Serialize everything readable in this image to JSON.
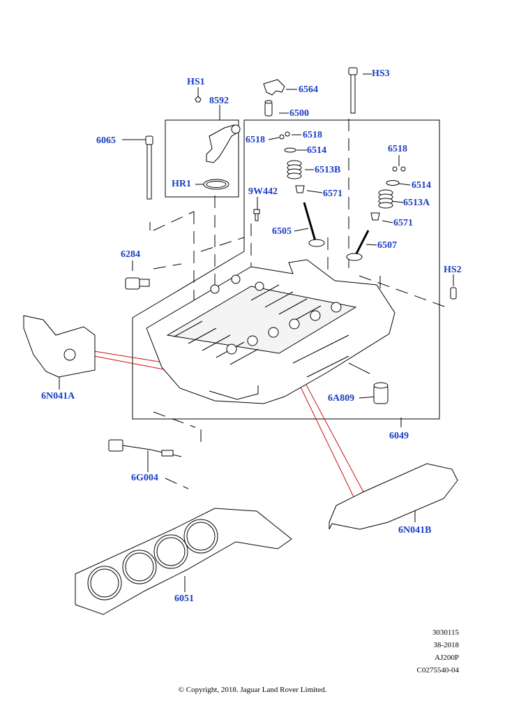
{
  "labels": {
    "hs1": "HS1",
    "p8592": "8592",
    "hs3": "HS3",
    "p6564": "6564",
    "p6500": "6500",
    "p6065": "6065",
    "p6518a": "6518",
    "p6518b": "6518",
    "p6518c": "6518",
    "p6514a": "6514",
    "p6513b": "6513B",
    "p6514b": "6514",
    "p6513a": "6513A",
    "hr1": "HR1",
    "p9w442": "9W442",
    "p6571a": "6571",
    "p6571b": "6571",
    "p6505": "6505",
    "p6507": "6507",
    "p6284": "6284",
    "hs2": "HS2",
    "p6n041a": "6N041A",
    "p6a809": "6A809",
    "p6049": "6049",
    "p6g004": "6G004",
    "p6n041b": "6N041B",
    "p6051": "6051"
  },
  "meta": {
    "line1": "3030115",
    "line2": "38-2018",
    "line3": "AJ200P",
    "line4": "C0275540-04"
  },
  "copyright": "© Copyright, 2018. Jaguar Land Rover Limited.",
  "colors": {
    "label": "#1a3cc4",
    "leader": "#000000",
    "red_leader": "#d01010"
  }
}
